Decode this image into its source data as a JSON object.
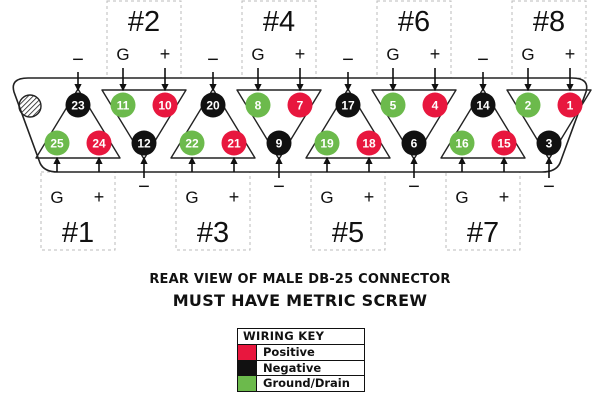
{
  "colors": {
    "positive": "#e8173e",
    "negative": "#111111",
    "ground": "#6cba4c"
  },
  "channels": [
    {
      "label": "#1",
      "ground_label": "G",
      "positive_label": "+",
      "negative_label": "−",
      "pins": {
        "ground": 25,
        "positive": 24,
        "negative": 23
      }
    },
    {
      "label": "#2",
      "ground_label": "G",
      "positive_label": "+",
      "negative_label": "−",
      "pins": {
        "ground": 11,
        "positive": 10,
        "negative": 12
      }
    },
    {
      "label": "#3",
      "ground_label": "G",
      "positive_label": "+",
      "negative_label": "−",
      "pins": {
        "ground": 22,
        "positive": 21,
        "negative": 20
      }
    },
    {
      "label": "#4",
      "ground_label": "G",
      "positive_label": "+",
      "negative_label": "−",
      "pins": {
        "ground": 8,
        "positive": 7,
        "negative": 9
      }
    },
    {
      "label": "#5",
      "ground_label": "G",
      "positive_label": "+",
      "negative_label": "−",
      "pins": {
        "ground": 19,
        "positive": 18,
        "negative": 17
      }
    },
    {
      "label": "#6",
      "ground_label": "G",
      "positive_label": "+",
      "negative_label": "−",
      "pins": {
        "ground": 5,
        "positive": 4,
        "negative": 6
      }
    },
    {
      "label": "#7",
      "ground_label": "G",
      "positive_label": "+",
      "negative_label": "−",
      "pins": {
        "ground": 16,
        "positive": 15,
        "negative": 14
      }
    },
    {
      "label": "#8",
      "ground_label": "G",
      "positive_label": "+",
      "negative_label": "−",
      "pins": {
        "ground": 2,
        "positive": 1,
        "negative": 3
      }
    }
  ],
  "caption": {
    "line1": "REAR VIEW OF MALE DB-25 CONNECTOR",
    "line2": "MUST HAVE METRIC SCREW"
  },
  "wiring_key": {
    "title": "WIRING KEY",
    "items": [
      {
        "label": "Positive",
        "color": "#e8173e"
      },
      {
        "label": "Negative",
        "color": "#111111"
      },
      {
        "label": "Ground/Drain",
        "color": "#6cba4c"
      }
    ]
  }
}
